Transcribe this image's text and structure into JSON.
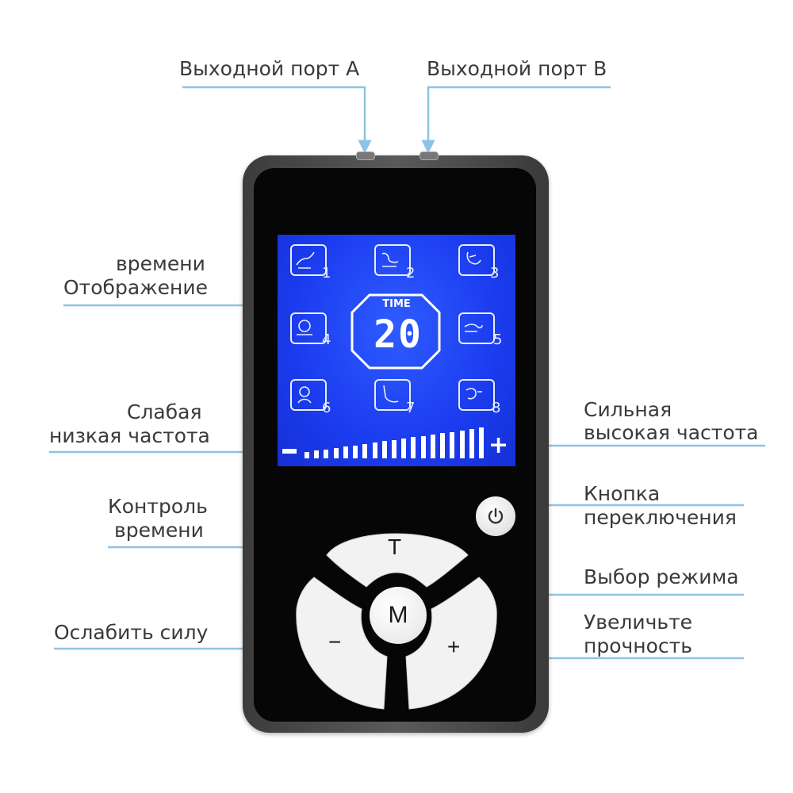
{
  "labels": {
    "port_a": "Выходной порт A",
    "port_b": "Выходной порт B",
    "time_display_line1": "времени",
    "time_display_line2": "Отображение",
    "weak_line1": "Слабая",
    "weak_line2": "низкая частота",
    "strong_line1": "Сильная",
    "strong_line2": "высокая частота",
    "time_control_line1": "Контроль",
    "time_control_line2": "времени",
    "power_line1": "Кнопка",
    "power_line2": "переключения",
    "mode_select": "Выбор режима",
    "decrease": "Ослабить силу",
    "increase_line1": "Увеличьте",
    "increase_line2": "прочность"
  },
  "lcd": {
    "time_label": "TIME",
    "time_value": "20",
    "modes": [
      "1",
      "2",
      "3",
      "4",
      "5",
      "6",
      "7",
      "8"
    ],
    "bar_minus": "-",
    "bar_plus": "+"
  },
  "keypad": {
    "t_label": "T",
    "m_label": "M",
    "minus_label": "−",
    "plus_label": "+"
  },
  "icons": {
    "power": "power-icon",
    "mode_icons": [
      "massage-hand-icon",
      "massage-hand-icon",
      "massage-hand-icon",
      "massage-hand-icon",
      "massage-hand-icon",
      "massage-hand-icon",
      "massage-foot-icon",
      "massage-hand-icon"
    ]
  },
  "colors": {
    "lcd_blue": "#1b3cef",
    "callout_line": "#8fc3e6",
    "device_body": "#060606"
  }
}
